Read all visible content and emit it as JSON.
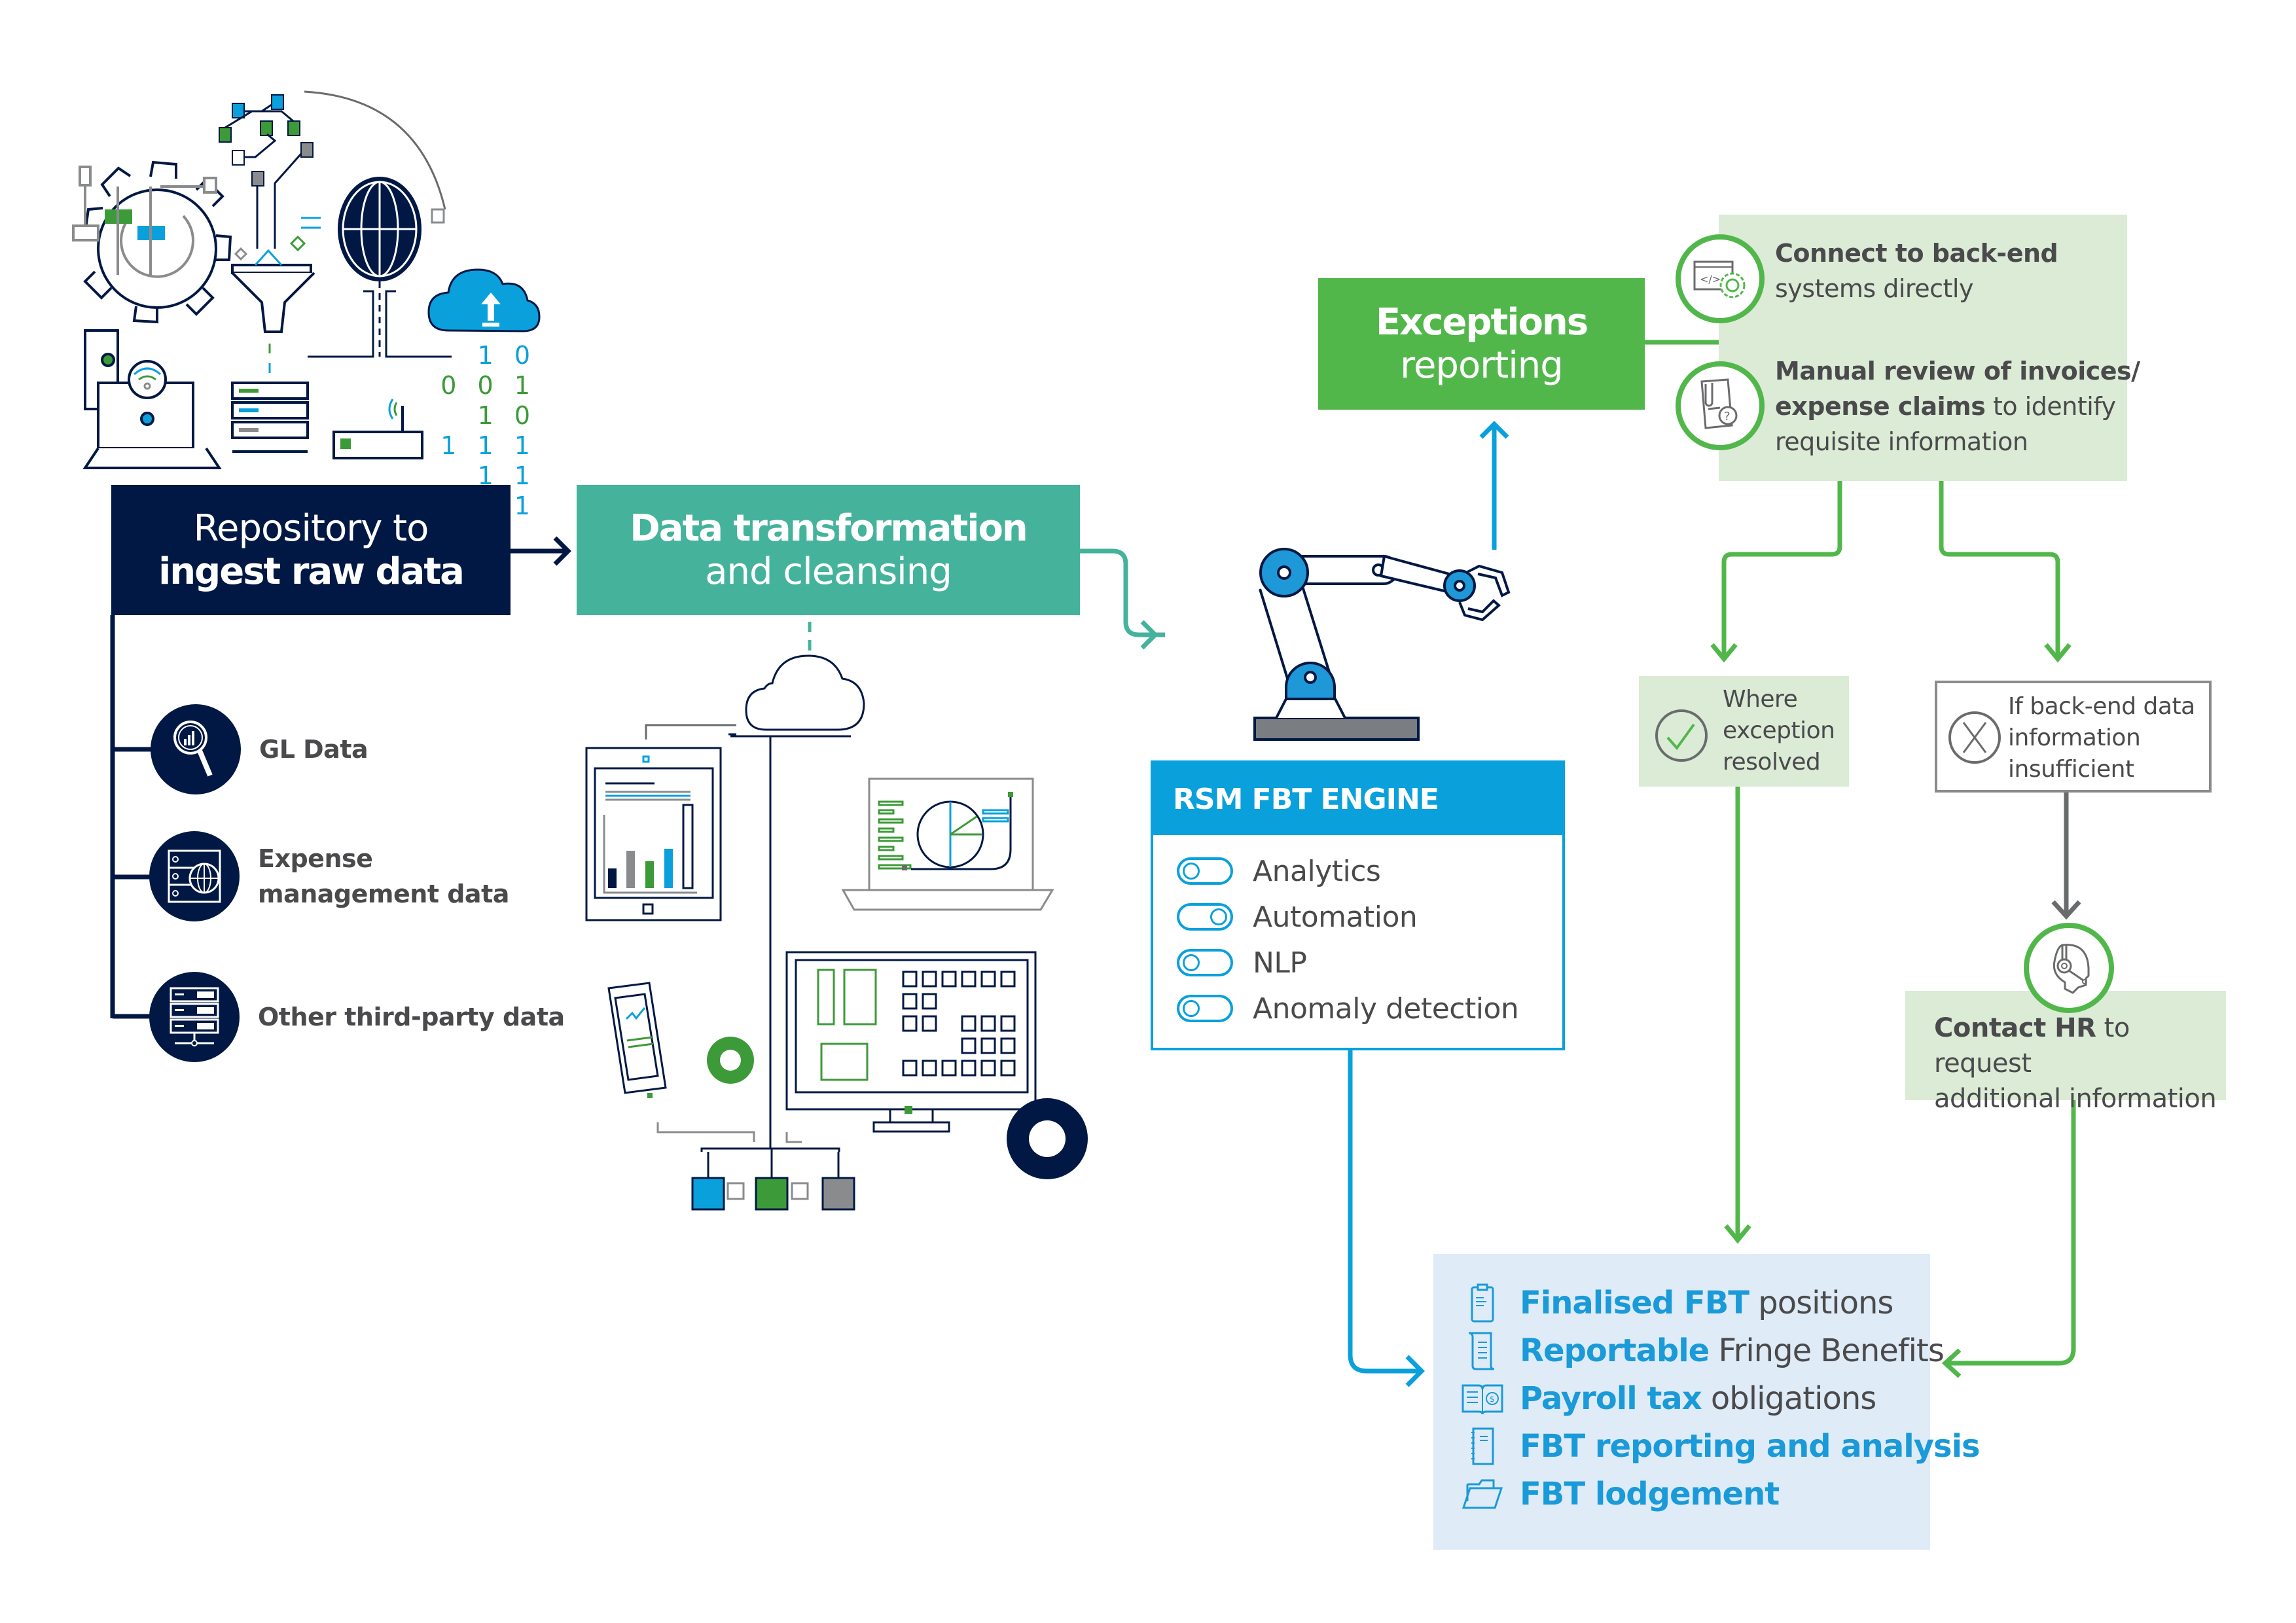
{
  "repository": {
    "line1": "Repository to",
    "line2": "ingest raw data"
  },
  "transform": {
    "line1": "Data transformation",
    "line2": "and cleansing"
  },
  "sources": [
    {
      "label": "GL Data",
      "icon": "magnifier-chart-icon"
    },
    {
      "label_line1": "Expense",
      "label_line2": "management data",
      "icon": "server-globe-icon"
    },
    {
      "label": "Other third-party data",
      "icon": "server-rack-icon"
    }
  ],
  "binary_digits": [
    "1 0",
    "0 0 1 1 0",
    "1 1 1 1 1",
    "0 0 1"
  ],
  "exceptions": {
    "line1": "Exceptions",
    "line2": "reporting"
  },
  "engine": {
    "title": "RSM FBT ENGINE",
    "features": [
      {
        "label": "Analytics",
        "enabled": false
      },
      {
        "label": "Automation",
        "enabled": true
      },
      {
        "label": "NLP",
        "enabled": false
      },
      {
        "label": "Anomaly detection",
        "enabled": false
      }
    ]
  },
  "exception_actions": [
    {
      "bold": "Connect to back-end",
      "rest": "systems directly",
      "icon": "code-gear-icon"
    },
    {
      "bold1": "Manual review of invoices/",
      "bold2": "expense claims",
      "rest2": " to identify",
      "rest3": "requisite information",
      "icon": "document-question-icon"
    }
  ],
  "resolved": {
    "lines": [
      "Where",
      "exception",
      "resolved"
    ]
  },
  "insufficient": {
    "lines": [
      "If back-end data",
      "information",
      "insufficient"
    ]
  },
  "contact_hr": {
    "bold": "Contact HR",
    "rest1": " to request",
    "rest2": "additional information"
  },
  "outputs": [
    {
      "bold": "Finalised FBT",
      "rest": " positions",
      "icon": "clipboard-icon"
    },
    {
      "bold": "Reportable",
      "rest": " Fringe Benefits",
      "icon": "scroll-icon"
    },
    {
      "bold": "Payroll tax",
      "rest": " obligations",
      "icon": "open-book-dollar-icon"
    },
    {
      "bold": "FBT reporting and analysis",
      "rest": "",
      "icon": "notebook-icon"
    },
    {
      "bold": "FBT lodgement",
      "rest": "",
      "icon": "folder-icon"
    }
  ],
  "colors": {
    "navy": "#001843",
    "teal": "#45b39c",
    "green": "#52b74b",
    "light_green": "#dbebd6",
    "blue": "#0aa0dc",
    "light_blue": "#dfebf7",
    "grey": "#8a8b8d"
  }
}
